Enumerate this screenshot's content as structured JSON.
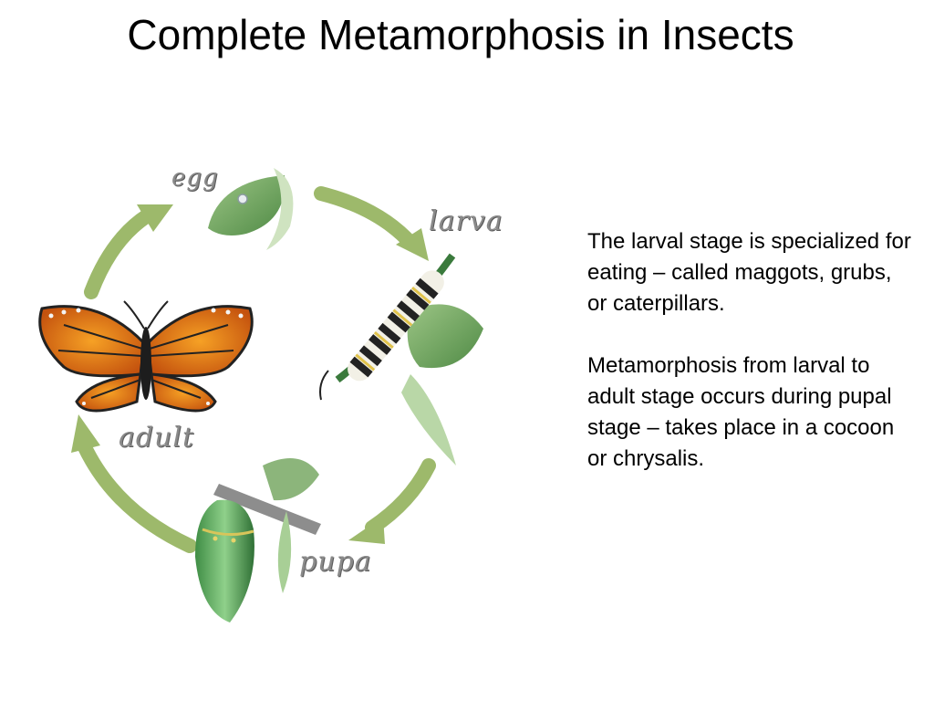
{
  "slide": {
    "title": "Complete Metamorphosis in Insects"
  },
  "diagram": {
    "stages": {
      "egg": "egg",
      "larva": "larva",
      "pupa": "pupa",
      "adult": "adult"
    },
    "arrow_color": "#9db96b",
    "leaf_color": "#6fa35a"
  },
  "text": {
    "paragraph_1": "The larval stage is specialized for eating – called maggots, grubs, or caterpillars.",
    "paragraph_2": "Metamorphosis from larval to adult stage occurs during pupal stage – takes place in a cocoon or chrysalis."
  }
}
